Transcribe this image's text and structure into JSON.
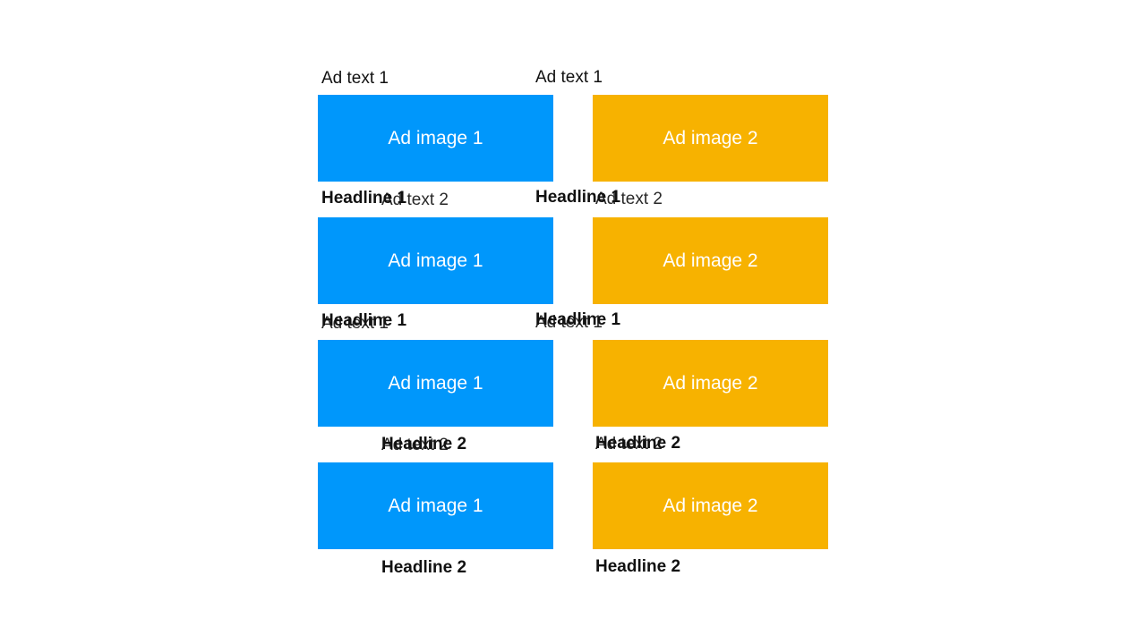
{
  "colors": {
    "background": "#ffffff",
    "image_1_fill": "#0097fb",
    "image_2_fill": "#f7b200",
    "text": "#111111",
    "image_text": "#ffffff"
  },
  "labels": {
    "ad_text_1": "Ad text 1",
    "ad_text_2": "Ad text 2",
    "ad_image_1": "Ad image 1",
    "ad_image_2": "Ad image 2",
    "headline_1": "Headline 1",
    "headline_2": "Headline 2"
  }
}
